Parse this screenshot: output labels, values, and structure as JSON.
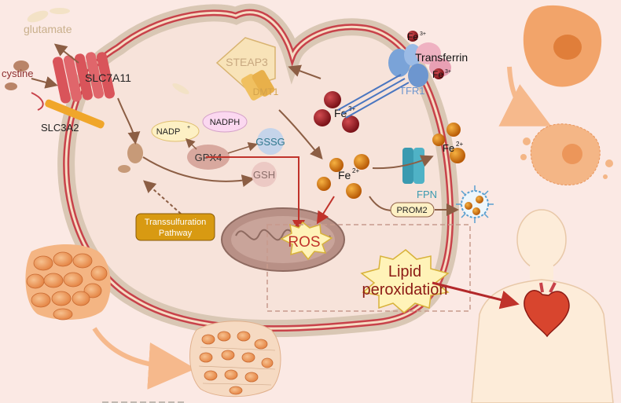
{
  "labels": {
    "glutamate": "glutamate",
    "cystine": "cystine",
    "slc7a11": "SLC7A11",
    "slc3a2": "SLC3A2",
    "steap3": "STEAP3",
    "dmt1": "DMT1",
    "transferrin": "Transferrin",
    "tfr1": "TFR1",
    "fe3_top": "Fe",
    "fe3_top_sup": "3+",
    "fe3_right": "Fe",
    "fe3_right_sup": "3+",
    "fe3_cell": "Fe",
    "fe3_cell_sup": "3+",
    "fe2_inner": "Fe",
    "fe2_inner_sup": "2+",
    "fe2_outer": "Fe",
    "fe2_outer_sup": "2+",
    "nadp_plus": "NADP",
    "nadp_plus_sup": "+",
    "nadph": "NADPH",
    "gpx4": "GPX4",
    "gssg": "GSSG",
    "gsh": "GSH",
    "fpn": "FPN",
    "prom2": "PROM2",
    "transsulfuration_line1": "Transsulfuration",
    "transsulfuration_line2": "Pathway",
    "ros": "ROS",
    "lipid_line1": "Lipid",
    "lipid_line2": "peroxidation"
  },
  "colors": {
    "background": "#fbe9e4",
    "membrane_outer": "#d9c7b4",
    "membrane_red": "#c8424a",
    "membrane_inner": "#f6dcc4",
    "iron_dark": "#8e1d22",
    "iron_orange": "#d97a14",
    "transporter_red": "#d9545a",
    "slc3a2_orange": "#f0a62a",
    "tf_blue": "#7aa3d8",
    "fpn_teal": "#3a9ab0",
    "gpx4_node": "#d8a89e",
    "arrow_brown": "#8c5e44",
    "arrow_red": "#c0332b",
    "cell_orange": "#f2a46a",
    "ros_yellow": "#fff3b8",
    "pathway_box": "#d89a12"
  },
  "icons": [
    "cell-membrane",
    "slc7a11-transporter",
    "slc3a2-transporter",
    "steap3-pentagon",
    "dmt1-channel",
    "transferrin-receptor",
    "fpn-channel",
    "mitochondrion",
    "ros-burst",
    "lipid-burst",
    "ferritin-nanoparticle",
    "human-heart",
    "cardiomyocyte-tissue",
    "fibrotic-tissue",
    "ferroptotic-cell"
  ]
}
